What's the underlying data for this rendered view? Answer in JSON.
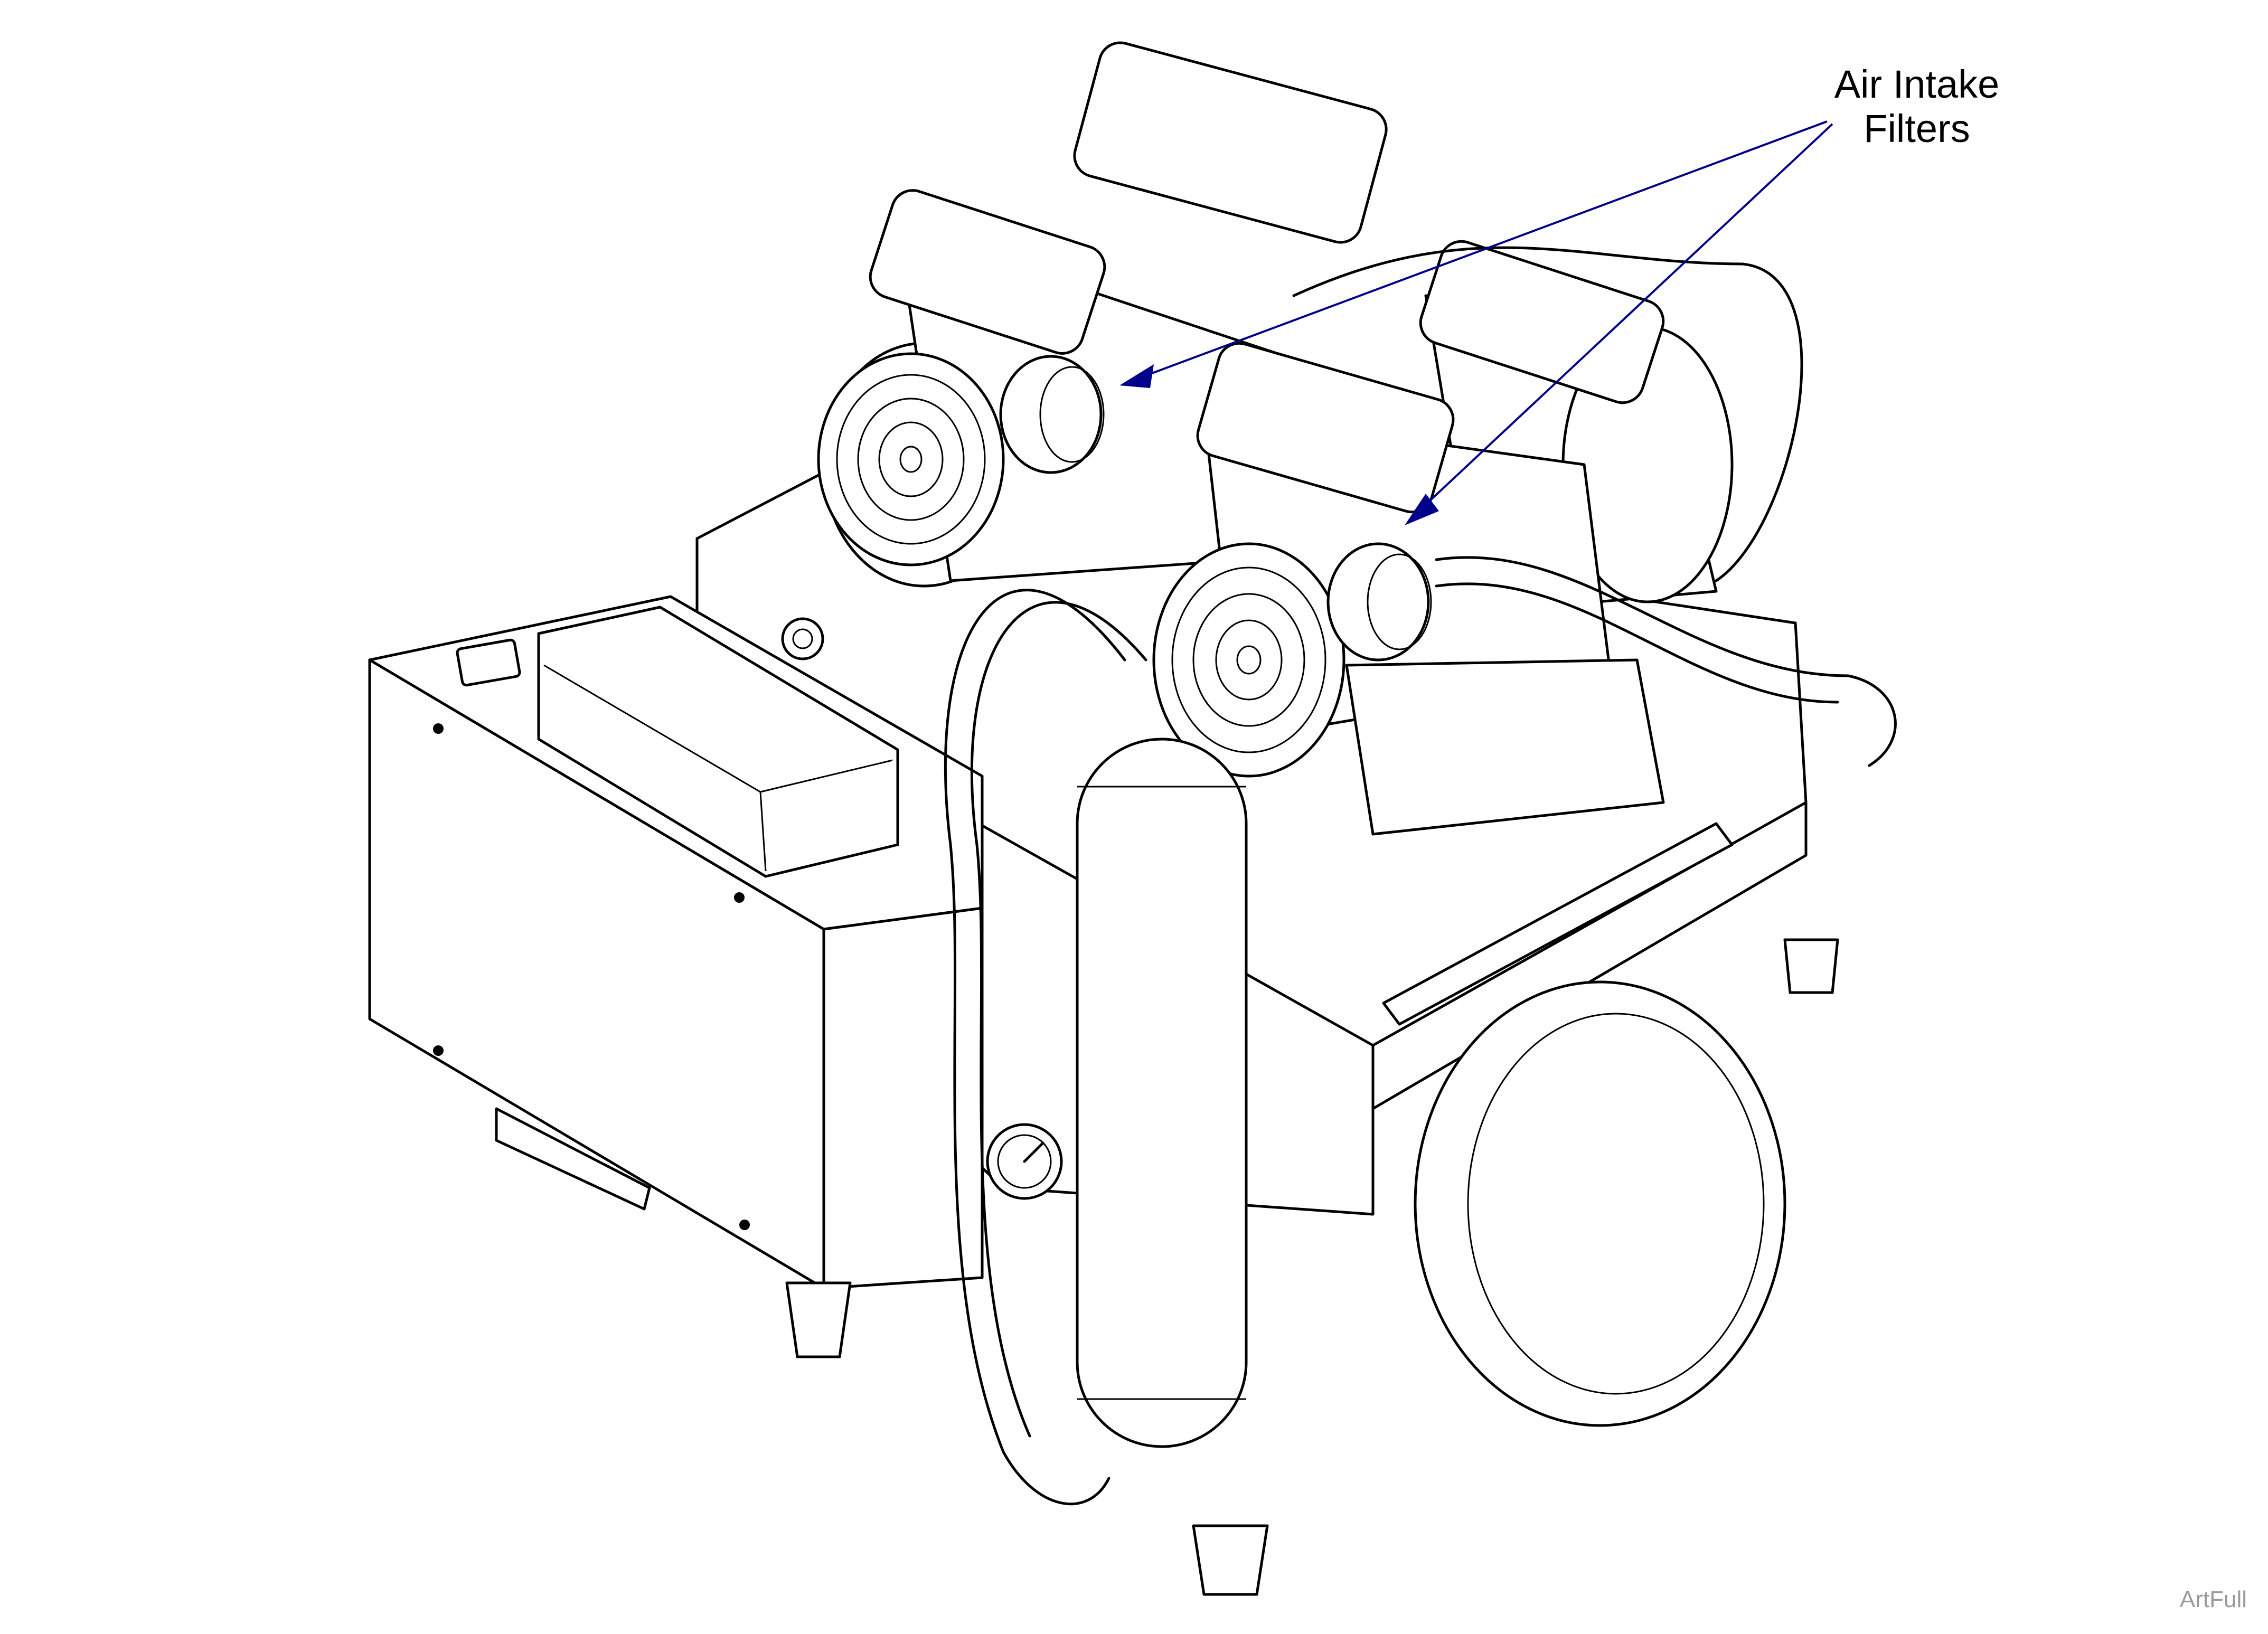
{
  "callout": {
    "line1": "Air Intake",
    "line2": "Filters",
    "leader_color": "#00008b"
  },
  "watermark": "ArtFull",
  "colors": {
    "line": "#000000",
    "background": "#ffffff"
  }
}
